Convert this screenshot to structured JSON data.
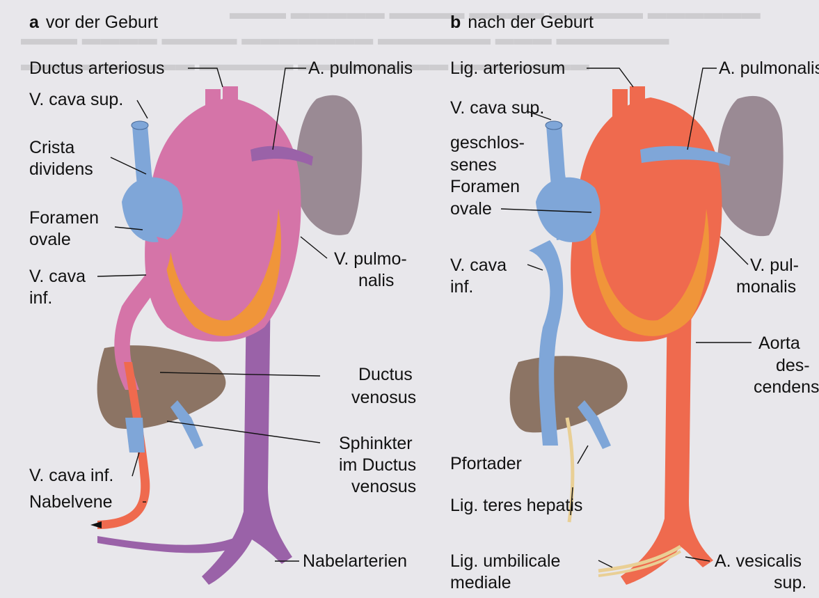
{
  "panel_a": {
    "letter": "a",
    "title": "vor der Geburt",
    "labels": {
      "ductus_arteriosus": "Ductus arteriosus",
      "a_pulmonalis": "A. pulmonalis",
      "v_cava_sup": "V. cava sup.",
      "crista_1": "Crista",
      "crista_2": "dividens",
      "foramen_1": "Foramen",
      "foramen_2": "ovale",
      "v_cava_inf_1": "V. cava",
      "v_cava_inf_2": "inf.",
      "v_pulm_1": "V. pulmo-",
      "v_pulm_2": "nalis",
      "ductus_venosus_1": "Ductus",
      "ductus_venosus_2": "venosus",
      "sphinkter_1": "Sphinkter",
      "sphinkter_2": "im Ductus",
      "sphinkter_3": "venosus",
      "v_cava_inf_low": "V. cava inf.",
      "nabelvene": "Nabelvene",
      "nabelarterien": "Nabelarterien"
    }
  },
  "panel_b": {
    "letter": "b",
    "title": "nach der Geburt",
    "labels": {
      "lig_arteriosum": "Lig. arteriosum",
      "a_pulmonalis": "A. pulmonalis",
      "v_cava_sup": "V. cava sup.",
      "foramen_1": "geschlos-",
      "foramen_2": "senes",
      "foramen_3": "Foramen",
      "foramen_4": "ovale",
      "v_cava_inf_1": "V. cava",
      "v_cava_inf_2": "inf.",
      "v_pulm_1": "V. pul-",
      "v_pulm_2": "monalis",
      "aorta_1": "Aorta",
      "aorta_2": "des-",
      "aorta_3": "cendens",
      "pfortader": "Pfortader",
      "lig_teres": "Lig. teres hepatis",
      "lig_umb_1": "Lig. umbilicale",
      "lig_umb_2": "mediale",
      "a_vesicalis_1": "A. vesicalis",
      "a_vesicalis_2": "sup."
    }
  },
  "colors": {
    "venous_blue": "#7fa6d8",
    "arterial_red": "#ef6a4e",
    "mixed_pink": "#d574a8",
    "mixed_purple": "#9a62a8",
    "lung": "#9a8a94",
    "liver": "#8c7464",
    "orange": "#f0953a",
    "ligament": "#e9cf95"
  }
}
